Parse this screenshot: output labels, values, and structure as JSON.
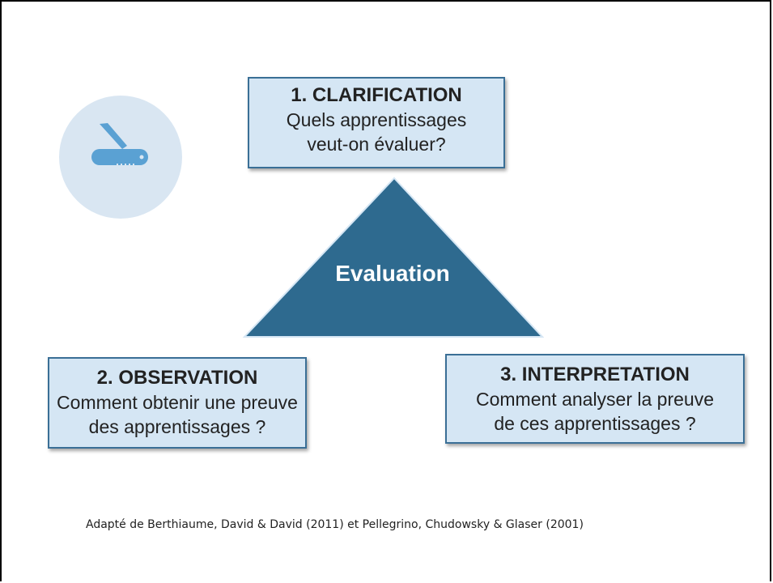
{
  "icon": "pocket-knife-icon",
  "colors": {
    "box_fill": "#d5e6f4",
    "box_border": "#3a6f96",
    "triangle_fill": "#2e6a8f",
    "icon_circle": "#d9e6f2",
    "icon_color": "#5aa1d3"
  },
  "clarification": {
    "title": "1. CLARIFICATION",
    "line1": "Quels apprentissages",
    "line2": "veut-on évaluer?"
  },
  "center": {
    "label": "Evaluation"
  },
  "observation": {
    "title": "2. OBSERVATION",
    "line1": "Comment obtenir une preuve",
    "line2": "des apprentissages ?"
  },
  "interpretation": {
    "title": "3. INTERPRETATION",
    "line1": "Comment analyser la preuve",
    "line2": "de ces apprentissages ?"
  },
  "citation": "Adapté de Berthiaume, David & David (2011) et Pellegrino, Chudowsky & Glaser (2001)"
}
